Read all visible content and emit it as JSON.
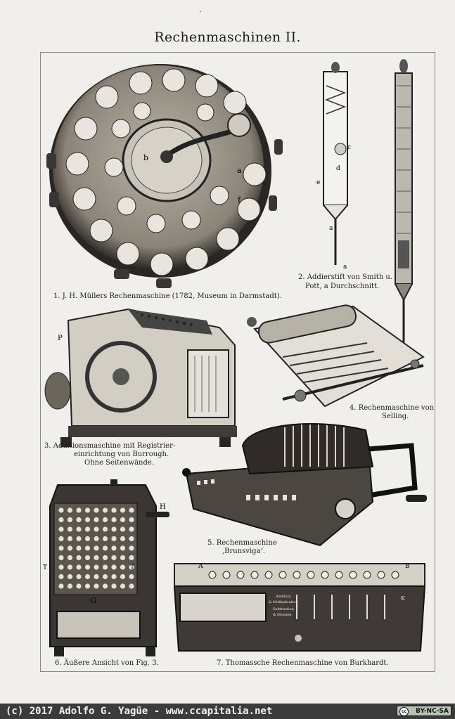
{
  "title": "Rechenmaschinen II.",
  "captions": {
    "fig1": "1. J. H. Müllers Rechenmaschine (1782, Museum in Darmstadt).",
    "fig2_line1": "2. Addierstift von Smith u.",
    "fig2_line2": "Pott, a Durchschnitt.",
    "fig3_line1": "3. Additionsmaschine mit Registrier-",
    "fig3_line2": "einrichtung von Burrough.",
    "fig3_line3": "Ohne Seitenwände.",
    "fig4_line1": "4. Rechenmaschine von",
    "fig4_line2": "Selling.",
    "fig5_line1": "5. Rechenmaschine",
    "fig5_line2": "‚Brunsviga‘.",
    "fig6": "6. Äußere Ansicht von Fig. 3.",
    "fig7": "7. Thomassche Rechenmaschine von Burkhardt."
  },
  "labels": {
    "fig1_b": "b",
    "fig1_a": "a",
    "fig1_f": "f",
    "fig2_e": "e",
    "fig2_d": "d",
    "fig2_c": "c",
    "fig2_a1": "a",
    "fig2_a2": "a",
    "fig3_P": "P",
    "fig6_H": "H",
    "fig6_T1": "T",
    "fig6_T2": "T",
    "fig6_G": "G",
    "fig7_A": "A",
    "fig7_B": "B",
    "fig7_K": "K",
    "fig7_text1": "Addition",
    "fig7_text2": "& Multiplication",
    "fig7_text3": "Subtraction",
    "fig7_text4": "& Division"
  },
  "footer": {
    "credit": "(c) 2017 Adolfo G. Yagüe - www.ccapitalia.net",
    "license": "BY-NC-SA",
    "license_icon": "cc"
  }
}
